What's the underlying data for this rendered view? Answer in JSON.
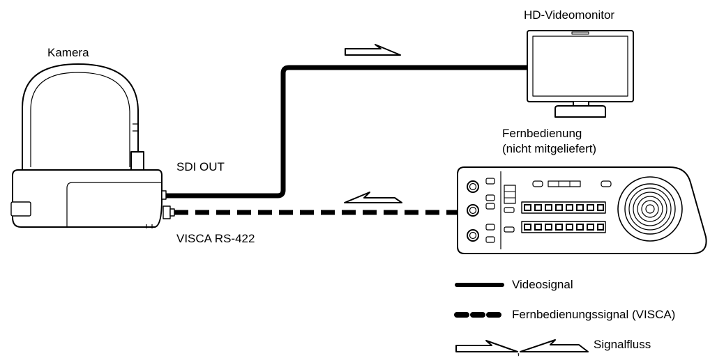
{
  "labels": {
    "camera": "Kamera",
    "monitor": "HD-Videomonitor",
    "remote_line1": "Fernbedienung",
    "remote_line2": "(nicht mitgeliefert)",
    "sdi_out": "SDI OUT",
    "visca": "VISCA RS-422"
  },
  "legend": {
    "video": "Videosignal",
    "remote": "Fernbedienungssignal (VISCA)",
    "separator": ",",
    "flow": "Signalfluss"
  },
  "colors": {
    "line": "#000000",
    "background": "#ffffff"
  },
  "icons": [
    "camera-icon",
    "monitor-icon",
    "remote-controller-icon",
    "arrow-right-icon",
    "arrow-bidirectional-icon"
  ]
}
